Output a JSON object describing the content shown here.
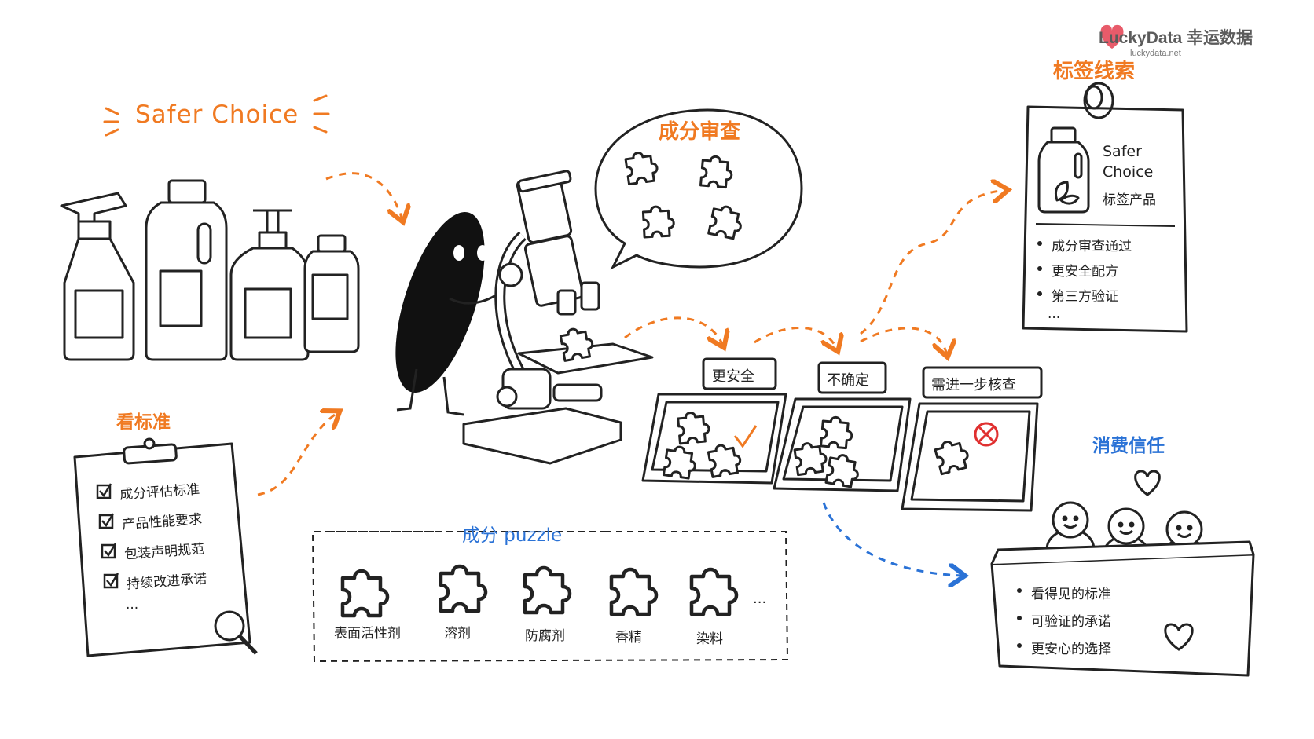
{
  "brand": {
    "name": "LuckyData 幸运数据",
    "url": "luckydata.net"
  },
  "left": {
    "title": "Safer Choice",
    "standards_title": "看标准",
    "standards_items": [
      "成分评估标准",
      "产品性能要求",
      "包装声明规范",
      "持续改进承诺"
    ],
    "ellipsis": "..."
  },
  "review": {
    "bubble_title": "成分审查",
    "trays": [
      "更安全",
      "不确定",
      "需进一步核查"
    ]
  },
  "puzzle": {
    "title": "成分 puzzle",
    "pieces": [
      "表面活性剂",
      "溶剂",
      "防腐剂",
      "香精",
      "染料"
    ],
    "ellipsis": "..."
  },
  "label": {
    "title": "标签线索",
    "card_line1": "Safer",
    "card_line2": "Choice",
    "card_line3": "标签产品",
    "items": [
      "成分审查通过",
      "更安全配方",
      "第三方验证"
    ],
    "ellipsis": "..."
  },
  "trust": {
    "title": "消费信任",
    "items": [
      "看得见的标准",
      "可验证的承诺",
      "更安心的选择"
    ]
  },
  "colors": {
    "accent": "#f07a22",
    "blue": "#2a72d6",
    "line": "#222222",
    "check_red": "#e03030"
  }
}
